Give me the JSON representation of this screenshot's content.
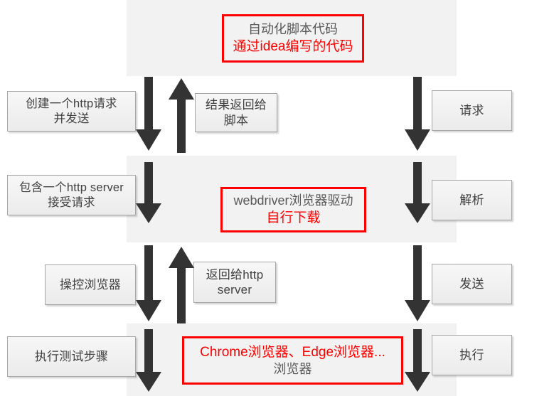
{
  "diagram": {
    "title": "selenium-webdriver-workflow",
    "colors": {
      "band": "#f2f2f2",
      "box_border": "#a6a6a6",
      "box_fill": "#ebebeb",
      "annotation_red": "#ff0000",
      "text_gray": "#404040",
      "arrow": "#333333"
    },
    "bands": [
      {
        "name": "band-script"
      },
      {
        "name": "band-webdriver"
      },
      {
        "name": "band-browser-control"
      },
      {
        "name": "band-browser"
      }
    ],
    "annotations": [
      {
        "name": "script-code",
        "gray_line": "自动化脚本代码",
        "red_line": "通过idea编写的代码",
        "red_first": false
      },
      {
        "name": "webdriver",
        "gray_line": "webdriver浏览器驱动",
        "red_line": "自行下载",
        "red_first": false
      },
      {
        "name": "browser",
        "gray_line": "浏览器",
        "red_line": "Chrome浏览器、Edge浏览器...",
        "red_first": true
      }
    ],
    "left_boxes": [
      {
        "name": "create-http-request",
        "line1": "创建一个http请求",
        "line2": "并发送"
      },
      {
        "name": "contains-http-server",
        "line1": "包含一个http server",
        "line2": "接受请求"
      },
      {
        "name": "control-browser",
        "line1": "操控浏览器",
        "line2": ""
      },
      {
        "name": "execute-test-steps",
        "line1": "执行测试步骤",
        "line2": ""
      }
    ],
    "mid_boxes": [
      {
        "name": "result-return-to-script",
        "line1": "结果返回给",
        "line2": "脚本"
      },
      {
        "name": "return-to-http-server",
        "line1": "返回给http",
        "line2": "server"
      }
    ],
    "right_boxes": [
      {
        "name": "request",
        "label": "请求"
      },
      {
        "name": "parse",
        "label": "解析"
      },
      {
        "name": "send",
        "label": "发送"
      },
      {
        "name": "execute",
        "label": "执行"
      }
    ],
    "arrows": {
      "down_left": "down-arrow",
      "up_left": "up-arrow",
      "down_right": "down-arrow"
    }
  }
}
